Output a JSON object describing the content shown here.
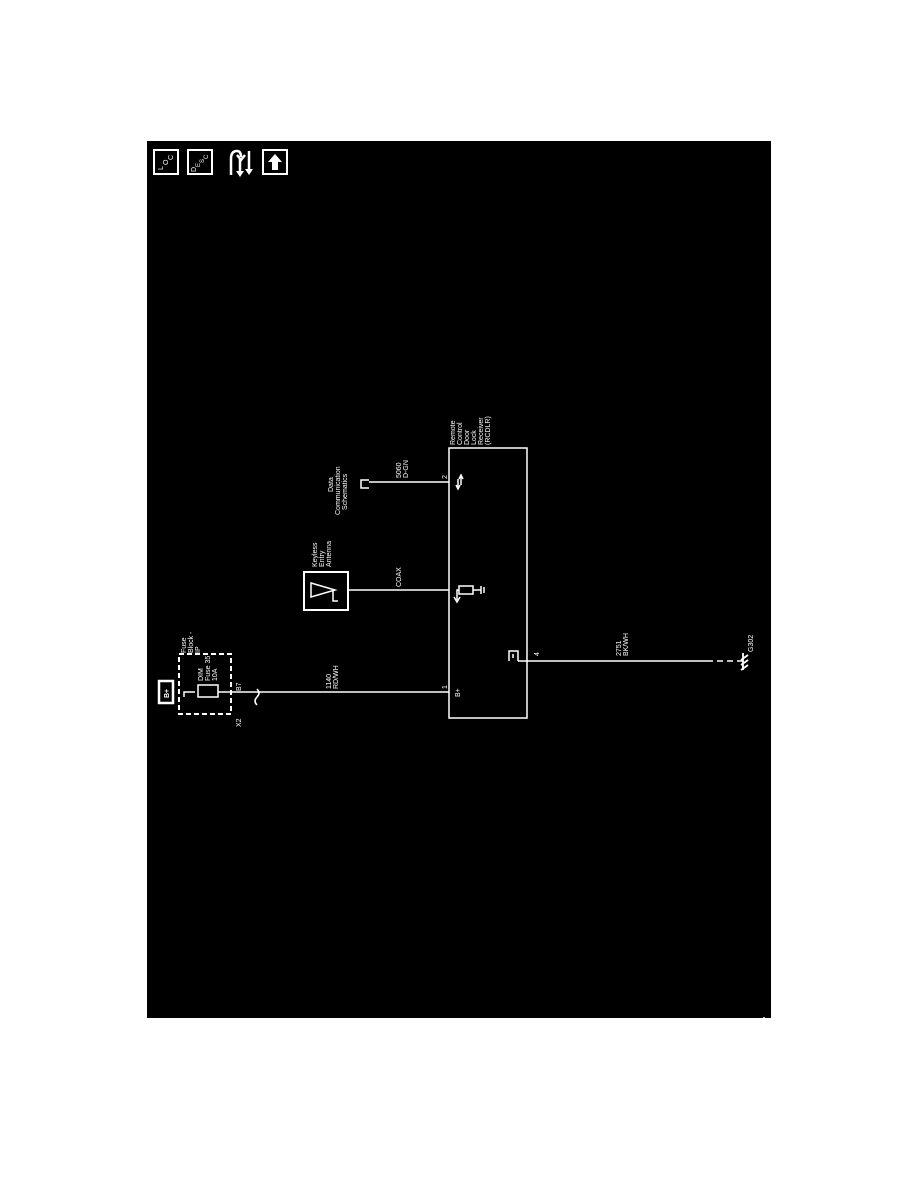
{
  "nav": {
    "loc_label": [
      "L",
      "O",
      "C"
    ],
    "desc_label": [
      "D",
      "E",
      "S",
      "C"
    ],
    "swap_icon": "connector-swap-icon",
    "up_icon": "up-arrow-icon"
  },
  "power": {
    "source": "B+",
    "fuse_block": [
      "Fuse",
      "Block -",
      "IP"
    ],
    "fuse": [
      "DIM",
      "Fuse 35",
      "10A"
    ],
    "connector": "X2",
    "pin": "B7"
  },
  "wires": {
    "power": [
      "1140",
      "RD/WH"
    ],
    "antenna": "COAX",
    "data": [
      "5060",
      "D-GN"
    ],
    "ground": [
      "2751",
      "BK/WH"
    ]
  },
  "antenna": [
    "Keyless",
    "Entry",
    "Antenna"
  ],
  "data_ref": [
    "Data",
    "Communication",
    "Schematics"
  ],
  "module": {
    "name": [
      "Remote",
      "Control",
      "Door",
      "Lock",
      "Receiver",
      "(RCDLR)"
    ],
    "pins": {
      "power": "1",
      "data": "2",
      "ground": "4"
    },
    "power_label": "B+"
  },
  "ground_point": "G302",
  "colors": {
    "background": "#000000",
    "line": "#ffffff"
  }
}
